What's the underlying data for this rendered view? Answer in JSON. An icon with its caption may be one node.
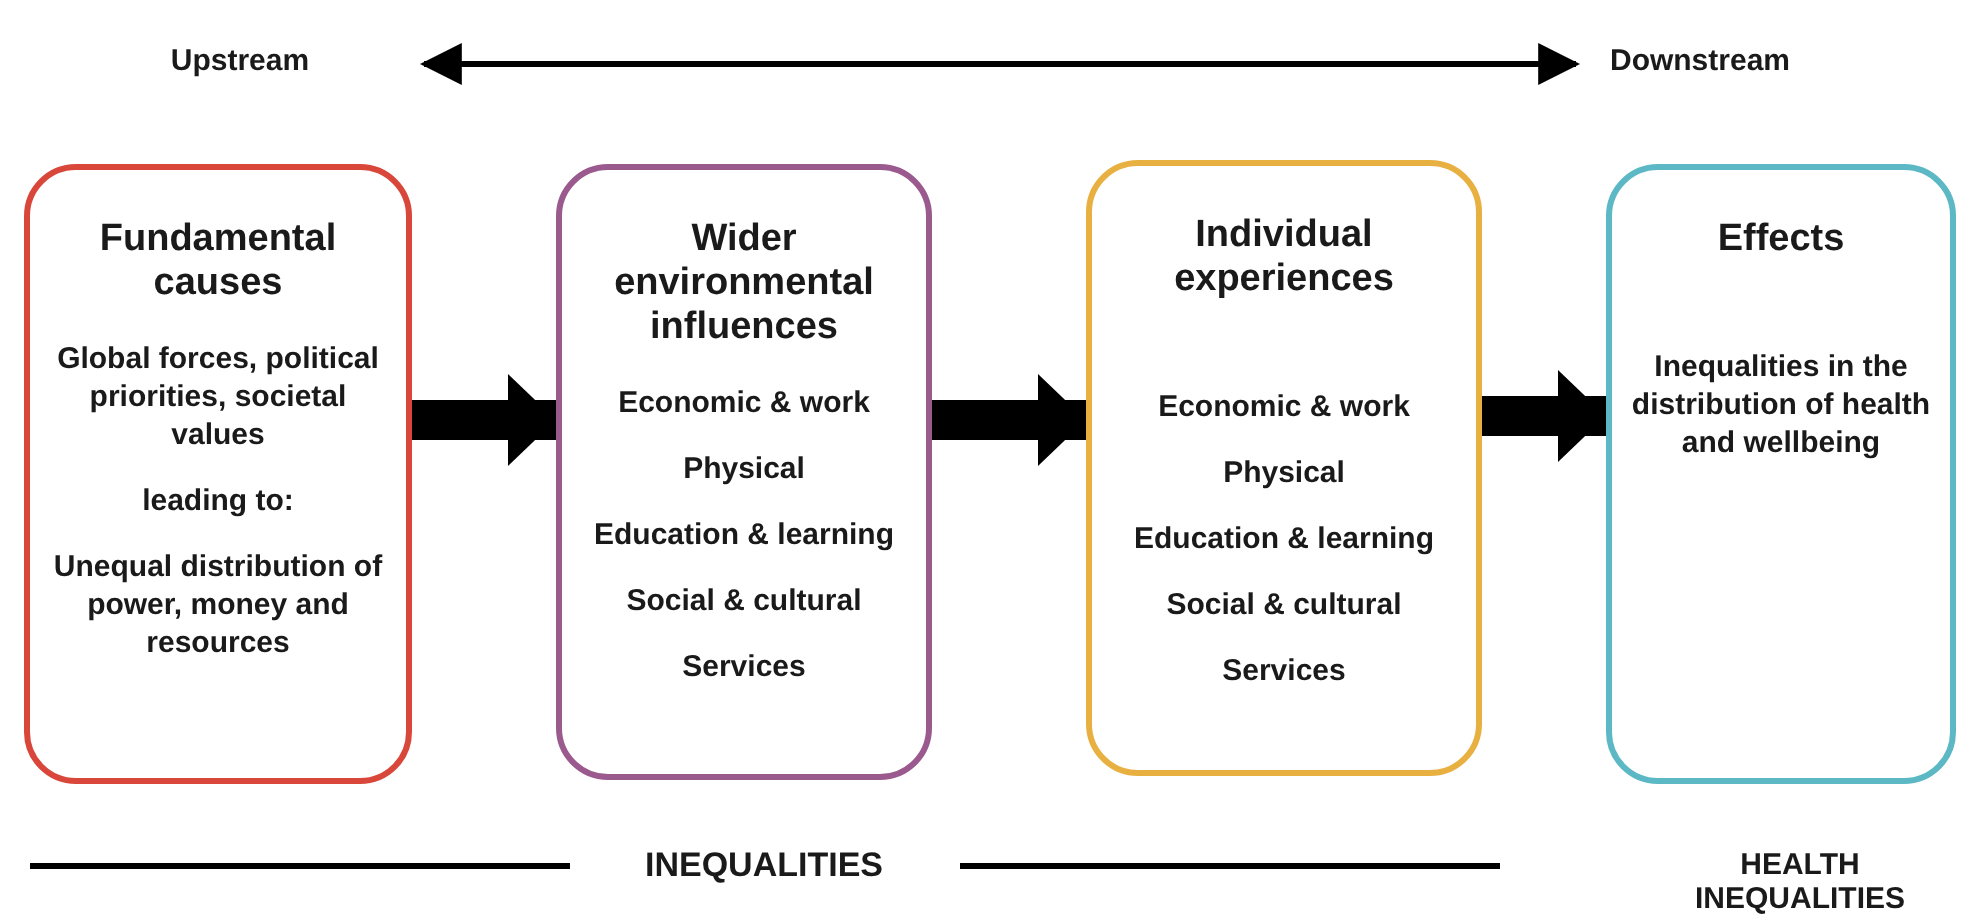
{
  "diagram": {
    "nodes": [
      {
        "text": [
          "Fundamental causes",
          "Global forces, political priorities, societal values",
          "leading to:",
          "Unequal distribution of power, money and resources"
        ]
      },
      {
        "text": [
          "Wider environmental influences",
          "Economic & work",
          "Physical",
          "Education & learning",
          "Social & cultural",
          "Services"
        ]
      },
      {
        "text": [
          "Individual experiences",
          "Economic & work",
          "Physical",
          "Education & learning",
          "Social & cultural",
          "Services"
        ]
      },
      {
        "text": [
          "Effects",
          "Inequalities in the distribution of health and wellbeing"
        ]
      }
    ],
    "edges": [
      {
        "from": 0,
        "to": 1,
        "arrow": "to"
      },
      {
        "from": 1,
        "to": 2,
        "arrow": "to"
      },
      {
        "from": 2,
        "to": 3,
        "arrow": "to"
      }
    ],
    "labels": [
      "Upstream",
      "Downstream",
      "INEQUALITIES",
      "HEALTH INEQUALITIES"
    ]
  }
}
